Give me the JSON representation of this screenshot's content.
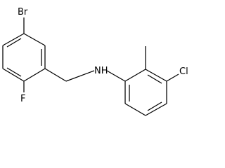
{
  "molecule": {
    "atoms": {
      "bromine": "Br",
      "fluorine": "F",
      "amine": "NH",
      "chlorine": "Cl"
    }
  }
}
